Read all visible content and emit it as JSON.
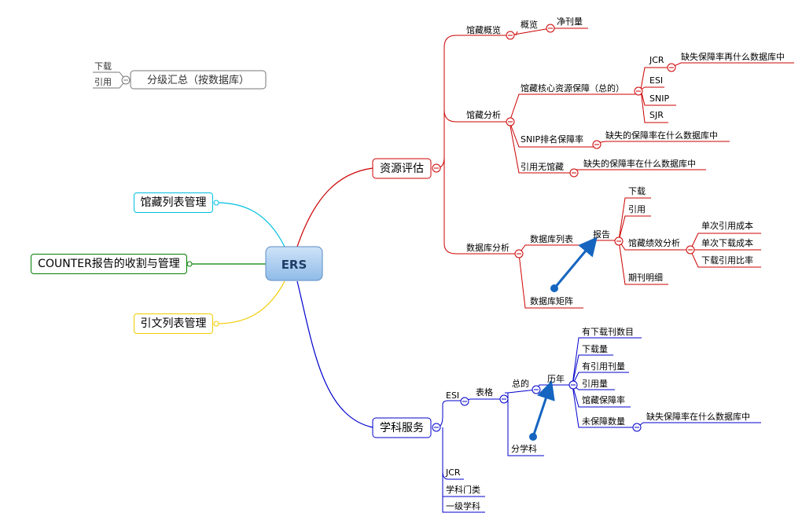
{
  "central": "ERS",
  "left": {
    "b1": "馆藏列表管理",
    "b2": "COUNTER报告的收割与管理",
    "b3": "引文列表管理",
    "float_main": "分级汇总（按数据库）",
    "float_sub1": "下载",
    "float_sub2": "引用"
  },
  "res": {
    "label": "资源评估",
    "overview": "馆藏概览",
    "overview_child": "概览",
    "overview_leaf": "净刊量",
    "analysis": "馆藏分析",
    "core": "馆藏核心资源保障（总的）",
    "jcr": "JCR",
    "jcr_leaf": "缺失保障率再什么数据库中",
    "esi": "ESI",
    "snip": "SNIP",
    "sjr": "SJR",
    "snip_rank": "SNIP排名保障率",
    "snip_rank_leaf": "缺失的保障率在什么数据库中",
    "no_hold": "引用无馆藏",
    "no_hold_leaf": "缺失的保障率在什么数据库中",
    "db_analysis": "数据库分析",
    "db_list": "数据库列表",
    "db_matrix": "数据库矩阵",
    "report": "报告",
    "rep_dl": "下载",
    "rep_cite": "引用",
    "rep_perf": "馆藏绩效分析",
    "perf1": "单次引用成本",
    "perf2": "单次下载成本",
    "perf3": "下载引用比率",
    "rep_detail": "期刊明细"
  },
  "sub": {
    "label": "学科服务",
    "esi": "ESI",
    "table": "表格",
    "total": "总的",
    "by_subject": "分学科",
    "years": "历年",
    "y1": "有下载刊数目",
    "y2": "下载量",
    "y3": "有引用刊量",
    "y4": "引用量",
    "y5": "馆藏保障率",
    "y6": "未保障数量",
    "y6_leaf": "缺失保障率在什么数据库中",
    "jcr": "JCR",
    "category": "学科门类",
    "level1": "一级学科"
  },
  "colors": {
    "red": "#cc0000",
    "blue": "#0000cc",
    "cyan": "#00bfe0",
    "green": "#008000",
    "yellow": "#f2cc00",
    "gray": "#777777",
    "arrow": "#1565c0",
    "central": "#a6c9ee"
  }
}
